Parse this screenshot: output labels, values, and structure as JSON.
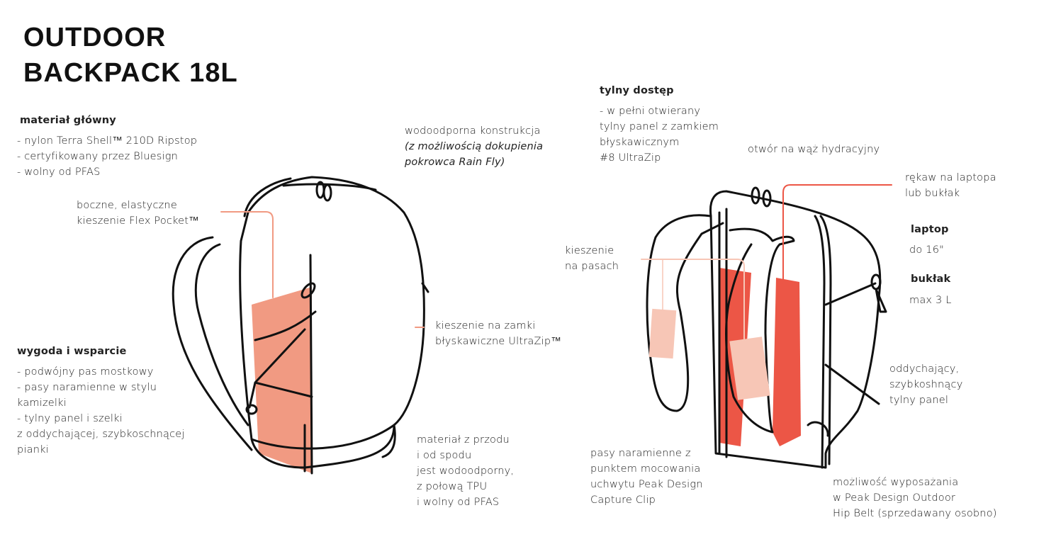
{
  "title": [
    "OUTDOOR",
    "BACKPACK 18L"
  ],
  "colors": {
    "salmon": "#f19a82",
    "pink": "#f7c6b6",
    "red": "#ec5646",
    "ink": "#111111"
  },
  "main_material": {
    "heading": "materiał główny",
    "lines": [
      "- nylon Terra Shell™ 210D Ripstop",
      "- certyfikowany przez Bluesign",
      "- wolny od PFAS"
    ]
  },
  "side_pockets": [
    "boczne, elastyczne",
    "kieszenie Flex Pocket™"
  ],
  "waterproof": {
    "line": "wodoodporna konstrukcja",
    "italic": [
      "(z możliwością dokupienia",
      "pokrowca Rain Fly)"
    ]
  },
  "zip_pockets": [
    "kieszenie na zamki",
    "błyskawiczne UltraZip™"
  ],
  "comfort": {
    "heading": "wygoda i wsparcie",
    "lines": [
      "- podwójny pas mostkowy",
      "- pasy naramienne w stylu",
      "kamizelki",
      "- tylny panel i szelki",
      "z oddychającej, szybkoschnącej",
      "pianki"
    ]
  },
  "front_material": [
    "materiał z przodu",
    "i od spodu",
    "jest wodoodporny,",
    "z połową TPU",
    "i wolny od PFAS"
  ],
  "back_access": {
    "heading": "tylny dostęp",
    "lines": [
      "- w pełni otwierany",
      "tylny panel z zamkiem",
      "błyskawicznym",
      "#8 UltraZip"
    ]
  },
  "hydration_port": "otwór na wąż hydracyjny",
  "sleeve": [
    "rękaw na laptopa",
    "lub bukłak"
  ],
  "laptop": {
    "heading": "laptop",
    "value": "do 16\""
  },
  "reservoir": {
    "heading": "bukłak",
    "value": "max 3 L"
  },
  "strap_pockets": [
    "kieszenie",
    "na pasach"
  ],
  "back_panel": [
    "oddychający,",
    "szybkoshnący",
    "tylny panel"
  ],
  "shoulder_straps": [
    "pasy naramienne z",
    "punktem mocowania",
    "uchwytu Peak Design",
    "Capture Clip"
  ],
  "hip_belt": [
    "możliwość wyposażania",
    "w Peak Design Outdoor",
    "Hip Belt (sprzedawany osobno)"
  ]
}
